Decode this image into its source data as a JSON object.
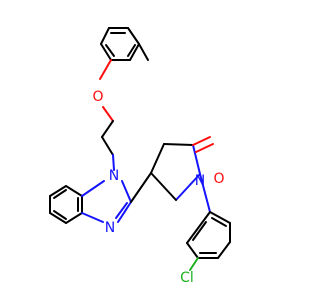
{
  "atoms": {
    "n1": "N",
    "n2": "N",
    "n3": "N",
    "o1": "O",
    "o2": "O",
    "cl": "Cl"
  },
  "colors": {
    "bond": "#000000",
    "nitrogen": "#1414ff",
    "oxygen": "#ff0d0d",
    "chlorine": "#1fb01f"
  }
}
